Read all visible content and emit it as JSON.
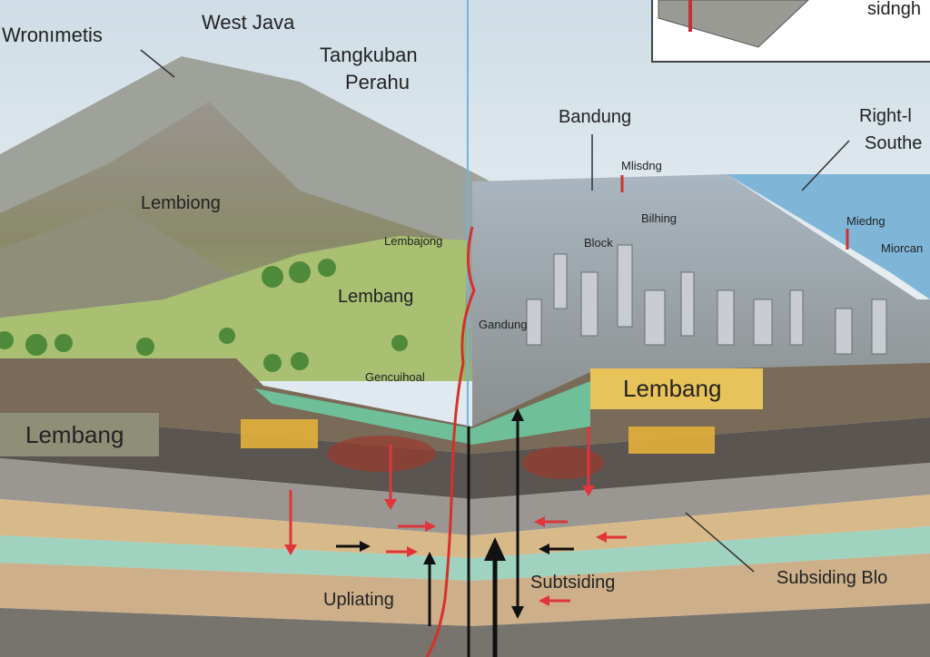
{
  "labels": {
    "wronimetis": "Wronımetis",
    "west_java": "West Java",
    "tangkuban_1": "Tangkuban",
    "tangkuban_2": "Perahu",
    "lembiong": "Lembiong",
    "lembajong": "Lembajong",
    "lembang_mid": "Lembang",
    "gencuihoal": "Gencuihoal",
    "lembang_left_box": "Lembang",
    "lembang_right_box": "Lembang",
    "bandung": "Bandung",
    "misdng": "Mlisdng",
    "bilhing": "Bilhing",
    "block": "Block",
    "gandung": "Gandung",
    "right_l": "Right-l",
    "southe": "Southe",
    "miedng": "Miedng",
    "miorcan": "Miorcan",
    "sidngh": "sidngh",
    "upliating": "Upliating",
    "subtsiding": "Subtsiding",
    "subsiding_block": "Subsiding Blo"
  },
  "colors": {
    "sky": "#dde8ee",
    "water": "#7fb6d8",
    "fault_red": "#d6302a",
    "arrow_red": "#e0353a",
    "lembang_box_yellow": "#e8c35a"
  }
}
